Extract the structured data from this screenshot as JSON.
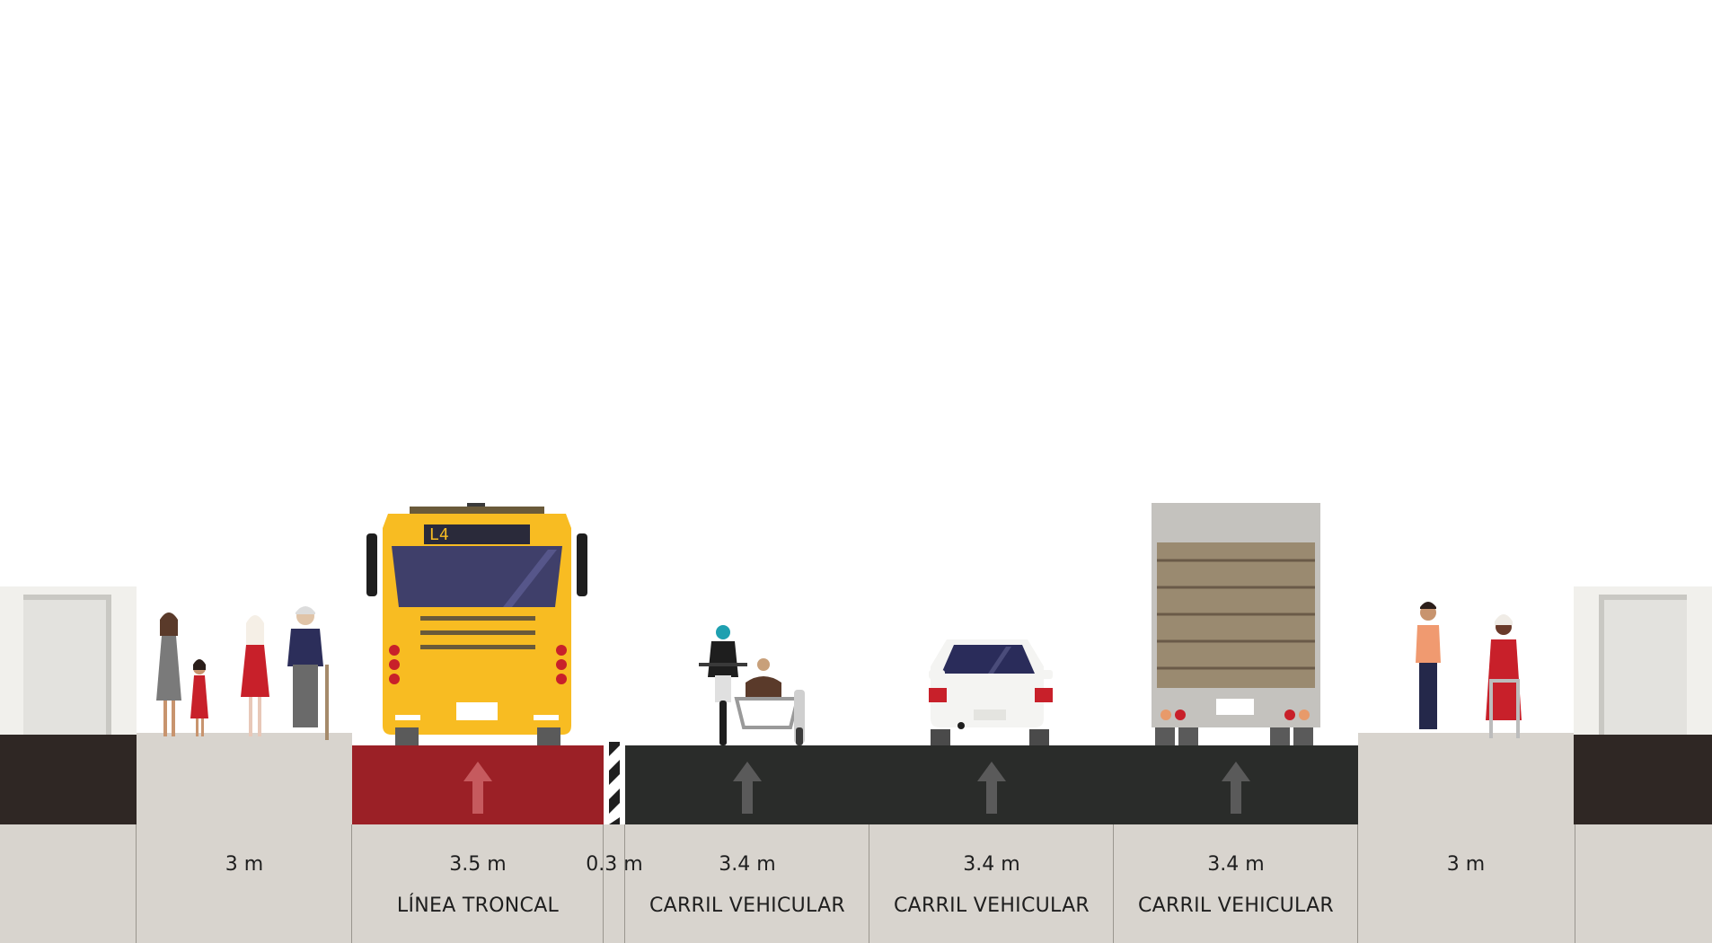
{
  "segments": [
    {
      "id": "sidewalk-left",
      "width_label": "3 m",
      "name": ""
    },
    {
      "id": "bus-lane",
      "width_label": "3.5 m",
      "name": "LÍNEA TRONCAL"
    },
    {
      "id": "separator",
      "width_label": "0.3 m",
      "name": ""
    },
    {
      "id": "lane-1",
      "width_label": "3.4 m",
      "name": "CARRIL VEHICULAR"
    },
    {
      "id": "lane-2",
      "width_label": "3.4 m",
      "name": "CARRIL VEHICULAR"
    },
    {
      "id": "lane-3",
      "width_label": "3.4 m",
      "name": "CARRIL VEHICULAR"
    },
    {
      "id": "sidewalk-right",
      "width_label": "3 m",
      "name": ""
    }
  ],
  "bus": {
    "route_sign": "L4"
  },
  "colors": {
    "bus_lane": "#9b2026",
    "roadway": "#2a2c2a",
    "sidewalk": "#d8d4ce",
    "curb_dark": "#2f2724",
    "building": "#f1f0ec",
    "bus_body": "#f8bc22",
    "arrow": "#5a5a5a"
  }
}
